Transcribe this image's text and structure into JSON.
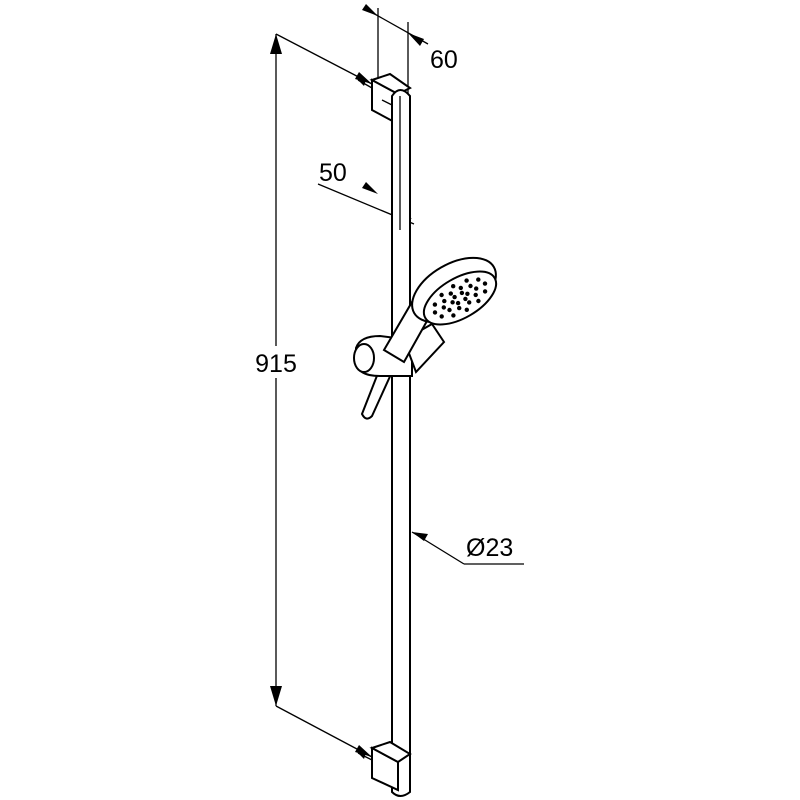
{
  "dimensions": {
    "total_length": "915",
    "wall_offset": "60",
    "bracket_offset": "50",
    "rail_diameter": "Ø23"
  },
  "colors": {
    "line": "#000000",
    "background": "#ffffff"
  },
  "nozzle_count": 28
}
